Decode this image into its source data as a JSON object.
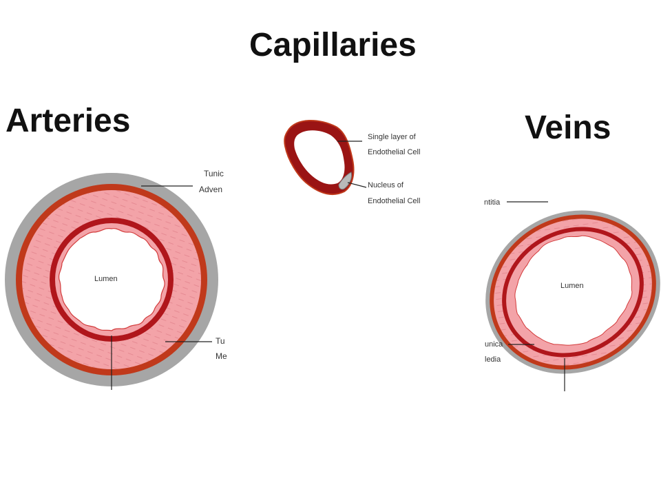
{
  "titles": {
    "capillaries": "Capillaries",
    "arteries": "Arteries",
    "veins": "Veins"
  },
  "artery": {
    "lumen_label": "Lumen",
    "adventitia_label_line1": "Tunic",
    "adventitia_label_line2": "Adven",
    "media_label_line1": "Tu",
    "media_label_line2": "Me"
  },
  "capillary": {
    "endothelial_label_line1": "Single layer of",
    "endothelial_label_line2": "Endothelial  Cell",
    "nucleus_label_line1": "Nucleus of",
    "nucleus_label_line2": "Endothelial Cell"
  },
  "vein": {
    "lumen_label": "Lumen",
    "adventitia_label": "ntitia",
    "media_label_line1": "unica",
    "media_label_line2": "ledia"
  },
  "colors": {
    "adventitia_gray": "#a6a6a6",
    "outer_orange_red": "#c0391b",
    "media_pink": "#f3a3a8",
    "intima_dark_red": "#b0161b",
    "capillary_wall": "#9a1414"
  }
}
